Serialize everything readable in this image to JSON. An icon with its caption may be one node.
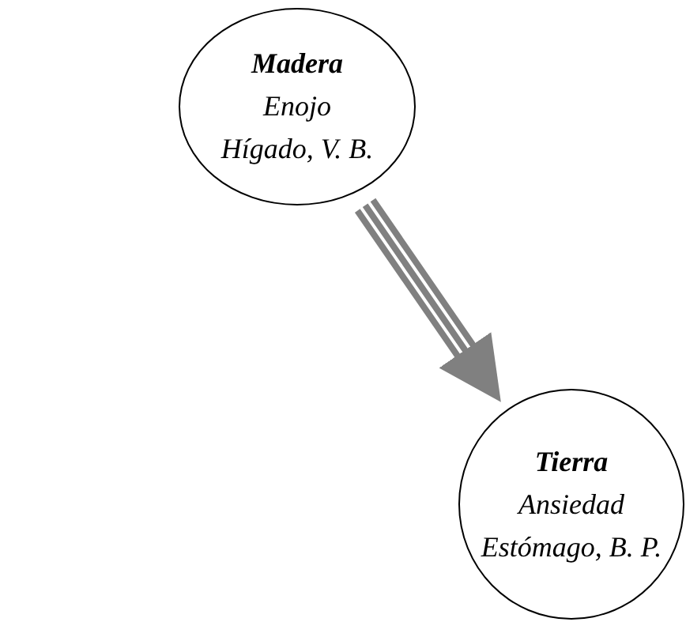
{
  "diagram": {
    "nodes": [
      {
        "text": [
          "Madera",
          "Enojo",
          "Hígado, V. B."
        ]
      },
      {
        "text": [
          "Tierra",
          "Ansiedad",
          "Estómago, B. P."
        ]
      }
    ],
    "edges": [
      {
        "from": 0,
        "to": 1,
        "arrow": "to"
      }
    ]
  }
}
